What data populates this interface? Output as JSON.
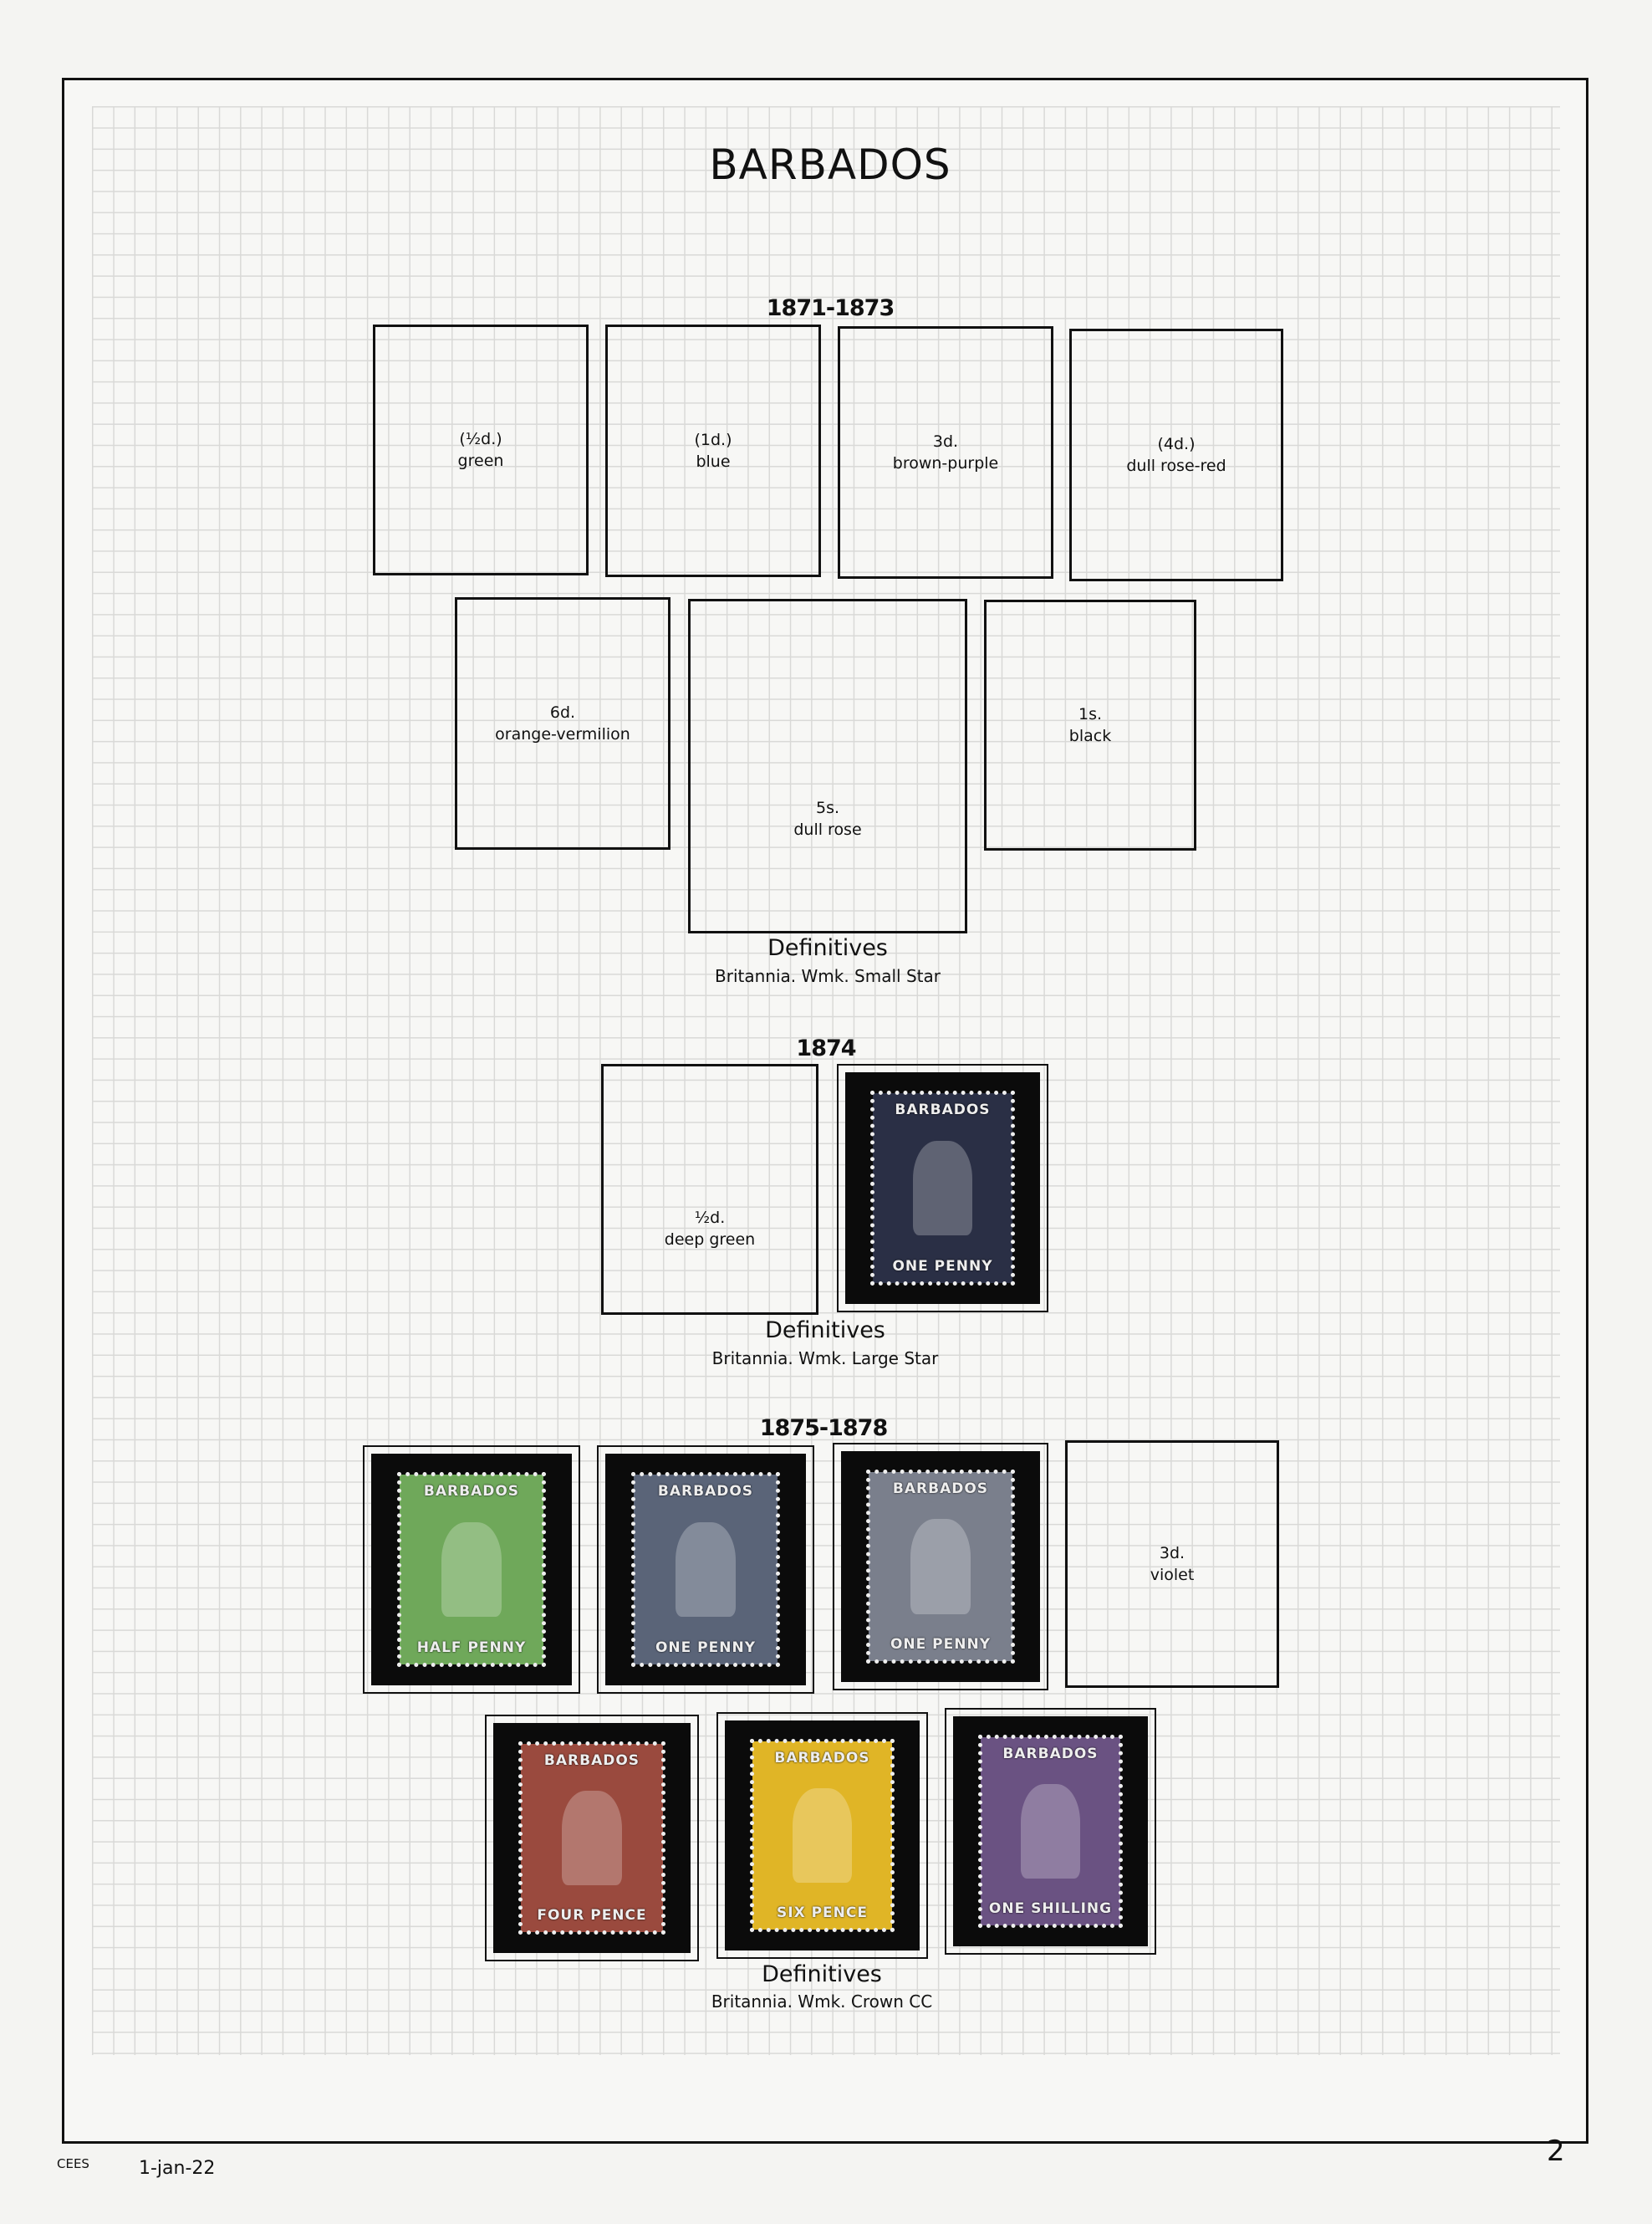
{
  "page_title": "BARBADOS",
  "sections": [
    {
      "year": "1871-1873",
      "heading": "Definitives",
      "subheading": "Britannia. Wmk. Small Star",
      "spaces": [
        {
          "value": "(½d.)",
          "color": "green"
        },
        {
          "value": "(1d.)",
          "color": "blue"
        },
        {
          "value": "3d.",
          "color": "brown-purple"
        },
        {
          "value": "(4d.)",
          "color": "dull rose-red"
        },
        {
          "value": "6d.",
          "color": "orange-vermilion"
        },
        {
          "value": "5s.",
          "color": "dull rose"
        },
        {
          "value": "1s.",
          "color": "black"
        }
      ]
    },
    {
      "year": "1874",
      "heading": "Definitives",
      "subheading": "Britannia. Wmk. Large Star",
      "spaces": [
        {
          "value": "½d.",
          "color": "deep green"
        }
      ],
      "stamps": [
        {
          "country": "BARBADOS",
          "value": "ONE PENNY",
          "hex": "#2a2f45"
        }
      ]
    },
    {
      "year": "1875-1878",
      "heading": "Definitives",
      "subheading": "Britannia. Wmk. Crown CC",
      "stamps": [
        {
          "country": "BARBADOS",
          "value": "HALF PENNY",
          "hex": "#6fa85a"
        },
        {
          "country": "BARBADOS",
          "value": "ONE PENNY",
          "hex": "#5a6478"
        },
        {
          "country": "BARBADOS",
          "value": "ONE PENNY",
          "hex": "#7a7f8c"
        },
        {
          "country": "BARBADOS",
          "value": "FOUR PENCE",
          "hex": "#9a4a3e"
        },
        {
          "country": "BARBADOS",
          "value": "SIX PENCE",
          "hex": "#e0b526"
        },
        {
          "country": "BARBADOS",
          "value": "ONE SHILLING",
          "hex": "#6a5282"
        }
      ],
      "spaces": [
        {
          "value": "3d.",
          "color": "violet"
        }
      ]
    }
  ],
  "footer": {
    "author": "CEES",
    "date": "1-jan-22",
    "page_number": "2"
  }
}
